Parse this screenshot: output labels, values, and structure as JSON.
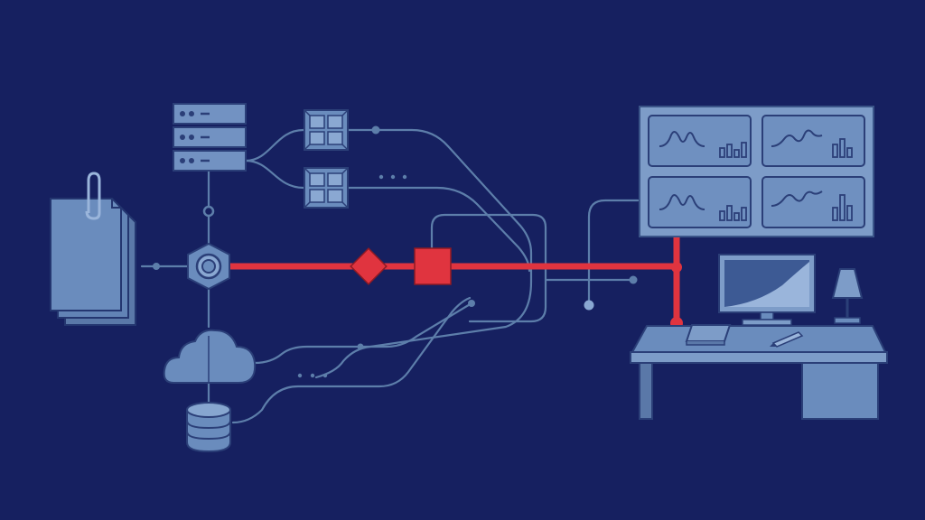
{
  "palette": {
    "background": "#162060",
    "line": "#5d7eaa",
    "node_fill": "#6a8cbd",
    "node_fill_light": "#87a6d0",
    "node_stroke": "#2b3f78",
    "highlight": "#e0343f",
    "screen_panel": "#7d9cc8"
  },
  "diagram": {
    "nodes": [
      {
        "id": "document-stack",
        "icon": "document-stack-icon"
      },
      {
        "id": "server-rack",
        "icon": "server-rack-icon",
        "units": 3
      },
      {
        "id": "central-hub",
        "icon": "hexagon-hub-icon"
      },
      {
        "id": "cloud",
        "icon": "cloud-icon"
      },
      {
        "id": "database",
        "icon": "database-icon"
      },
      {
        "id": "processor-a",
        "icon": "processor-chip-icon"
      },
      {
        "id": "processor-b",
        "icon": "processor-chip-icon"
      },
      {
        "id": "decision-diamond",
        "icon": "diamond-icon",
        "highlighted": true
      },
      {
        "id": "process-square",
        "icon": "square-icon",
        "highlighted": true
      },
      {
        "id": "monitoring-wall",
        "icon": "dashboard-screens-icon",
        "panels": 4
      },
      {
        "id": "workstation-desk",
        "icon": "desk-workstation-icon"
      }
    ],
    "highlight_path": [
      "central-hub",
      "decision-diamond",
      "process-square",
      "monitoring-wall",
      "workstation-desk"
    ],
    "connectors": [
      {
        "from": "document-stack",
        "to": "central-hub"
      },
      {
        "from": "server-rack",
        "to": "central-hub"
      },
      {
        "from": "central-hub",
        "to": "cloud"
      },
      {
        "from": "cloud",
        "to": "database"
      },
      {
        "from": "server-rack",
        "to": "processor-a"
      },
      {
        "from": "server-rack",
        "to": "processor-b"
      },
      {
        "from": "processor-a",
        "to": "process-square"
      },
      {
        "from": "processor-b",
        "to": "monitoring-wall"
      },
      {
        "from": "cloud",
        "to": "process-square"
      },
      {
        "from": "database",
        "to": "process-square"
      }
    ]
  }
}
